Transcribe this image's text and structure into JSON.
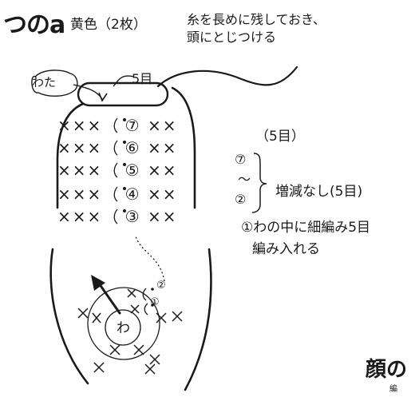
{
  "title": "つのa",
  "subtitle": "黄色（2枚）",
  "note": [
    "糸を長めに残しておき、",
    "頭にとじつける"
  ],
  "label_five_top": "5目",
  "label_wata": "わた",
  "rows": [
    {
      "stitches": "××× ",
      "num": "⑦",
      "tail": "××"
    },
    {
      "stitches": "××× ",
      "num": "⑥",
      "tail": "××"
    },
    {
      "stitches": "××× ",
      "num": "⑤",
      "tail": "××"
    },
    {
      "stitches": "××× ",
      "num": "④",
      "tail": "××"
    },
    {
      "stitches": "××× ",
      "num": "③",
      "tail": "××"
    }
  ],
  "legend": {
    "count": "（5目）",
    "top_num": "⑦",
    "tilde": "〜",
    "bottom_num": "②",
    "no_change": "増減なし(5目)",
    "step1": [
      "①わの中に細編み5目",
      "編み入れる"
    ]
  },
  "ring_label": "わ",
  "inner_nums": [
    "②",
    "①"
  ],
  "face_partial": "顔の",
  "face_sub": "編"
}
